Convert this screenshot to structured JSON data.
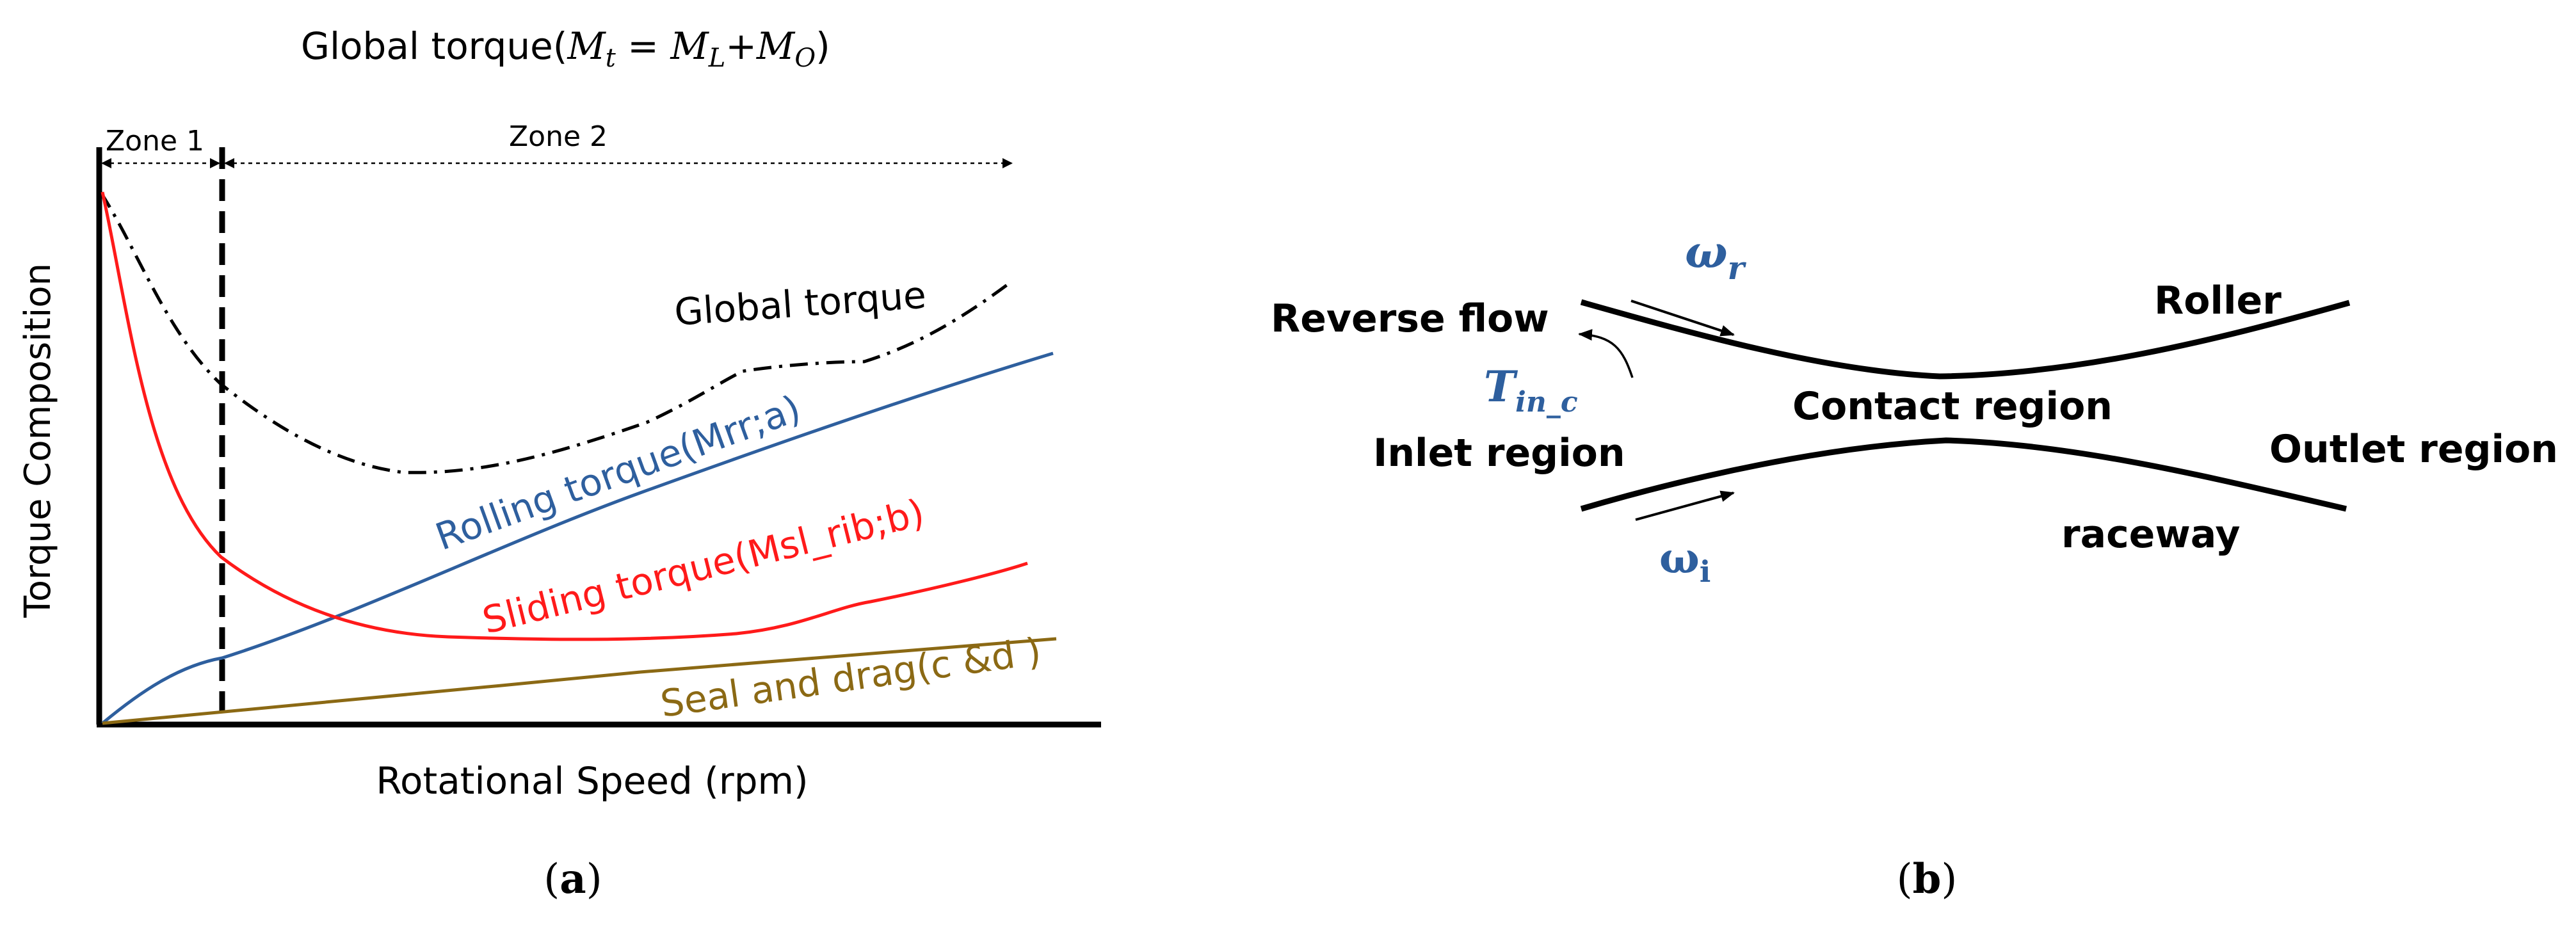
{
  "panel_a": {
    "title_prefix": "Global torque(",
    "title_math": {
      "m1": "M",
      "s1": "t",
      "eq": " = ",
      "m2": "M",
      "s2": "L",
      "plus": "+",
      "m3": "M",
      "s3": "O",
      "close": ")"
    },
    "zone1": "Zone 1",
    "zone2": "Zone 2",
    "ylabel": "Torque Composition",
    "xlabel": "Rotational Speed (rpm)",
    "caption": {
      "open": "(",
      "letter": "a",
      "close": ")"
    }
  },
  "chart_data": {
    "type": "line",
    "xlabel": "Rotational Speed (rpm)",
    "ylabel": "Torque Composition",
    "series": [
      {
        "name": "Global torque",
        "color": "#000000",
        "style": "dash-dot"
      },
      {
        "name": "Rolling torque(Mrr;a)",
        "color": "#2e5f9e",
        "style": "solid"
      },
      {
        "name": "Sliding torque(Msl_rib;b)",
        "color": "#ff1a1a",
        "style": "solid"
      },
      {
        "name": "Seal and drag(c &d )",
        "color": "#8b6914",
        "style": "solid"
      }
    ]
  },
  "panel_b": {
    "reverse_flow": "Reverse flow",
    "roller": "Roller",
    "contact_region": "Contact region",
    "inlet_region": "Inlet region",
    "outlet_region": "Outlet region",
    "raceway": "raceway",
    "omega_r": {
      "base": "ω",
      "sub": "r"
    },
    "omega_i": {
      "base": "ω",
      "sub": "i"
    },
    "t_in_c": {
      "base": "T",
      "sub": "in_c"
    },
    "caption": {
      "open": "(",
      "letter": "b",
      "close": ")"
    }
  },
  "colors": {
    "accent_blue": "#2e5f9e",
    "red": "#ff1a1a",
    "brown": "#8b6914",
    "black": "#000000"
  }
}
